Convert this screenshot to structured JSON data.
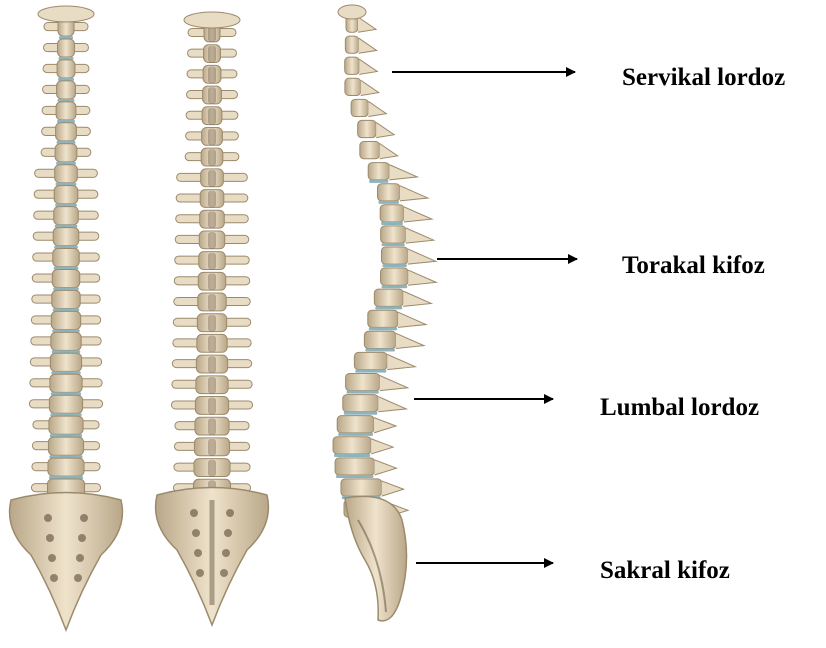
{
  "figure": {
    "views": [
      {
        "id": "anterior",
        "icon": "spine-front-view-icon"
      },
      {
        "id": "posterior",
        "icon": "spine-back-view-icon"
      },
      {
        "id": "lateral",
        "icon": "spine-side-view-icon"
      }
    ],
    "curvatures": [
      {
        "key": "servikal",
        "label": "Servikal lordoz"
      },
      {
        "key": "torakal",
        "label": "Torakal kifoz"
      },
      {
        "key": "lumbal",
        "label": "Lumbal lordoz"
      },
      {
        "key": "sakral",
        "label": "Sakral kifoz"
      }
    ],
    "colors": {
      "bone": "#e9dcc4",
      "bone_shadow": "#9c8a6c",
      "bone_dark": "#5b4b36",
      "disc": "#8fb3bd",
      "arrow": "#000000",
      "text": "#000000",
      "background": "#ffffff"
    }
  }
}
